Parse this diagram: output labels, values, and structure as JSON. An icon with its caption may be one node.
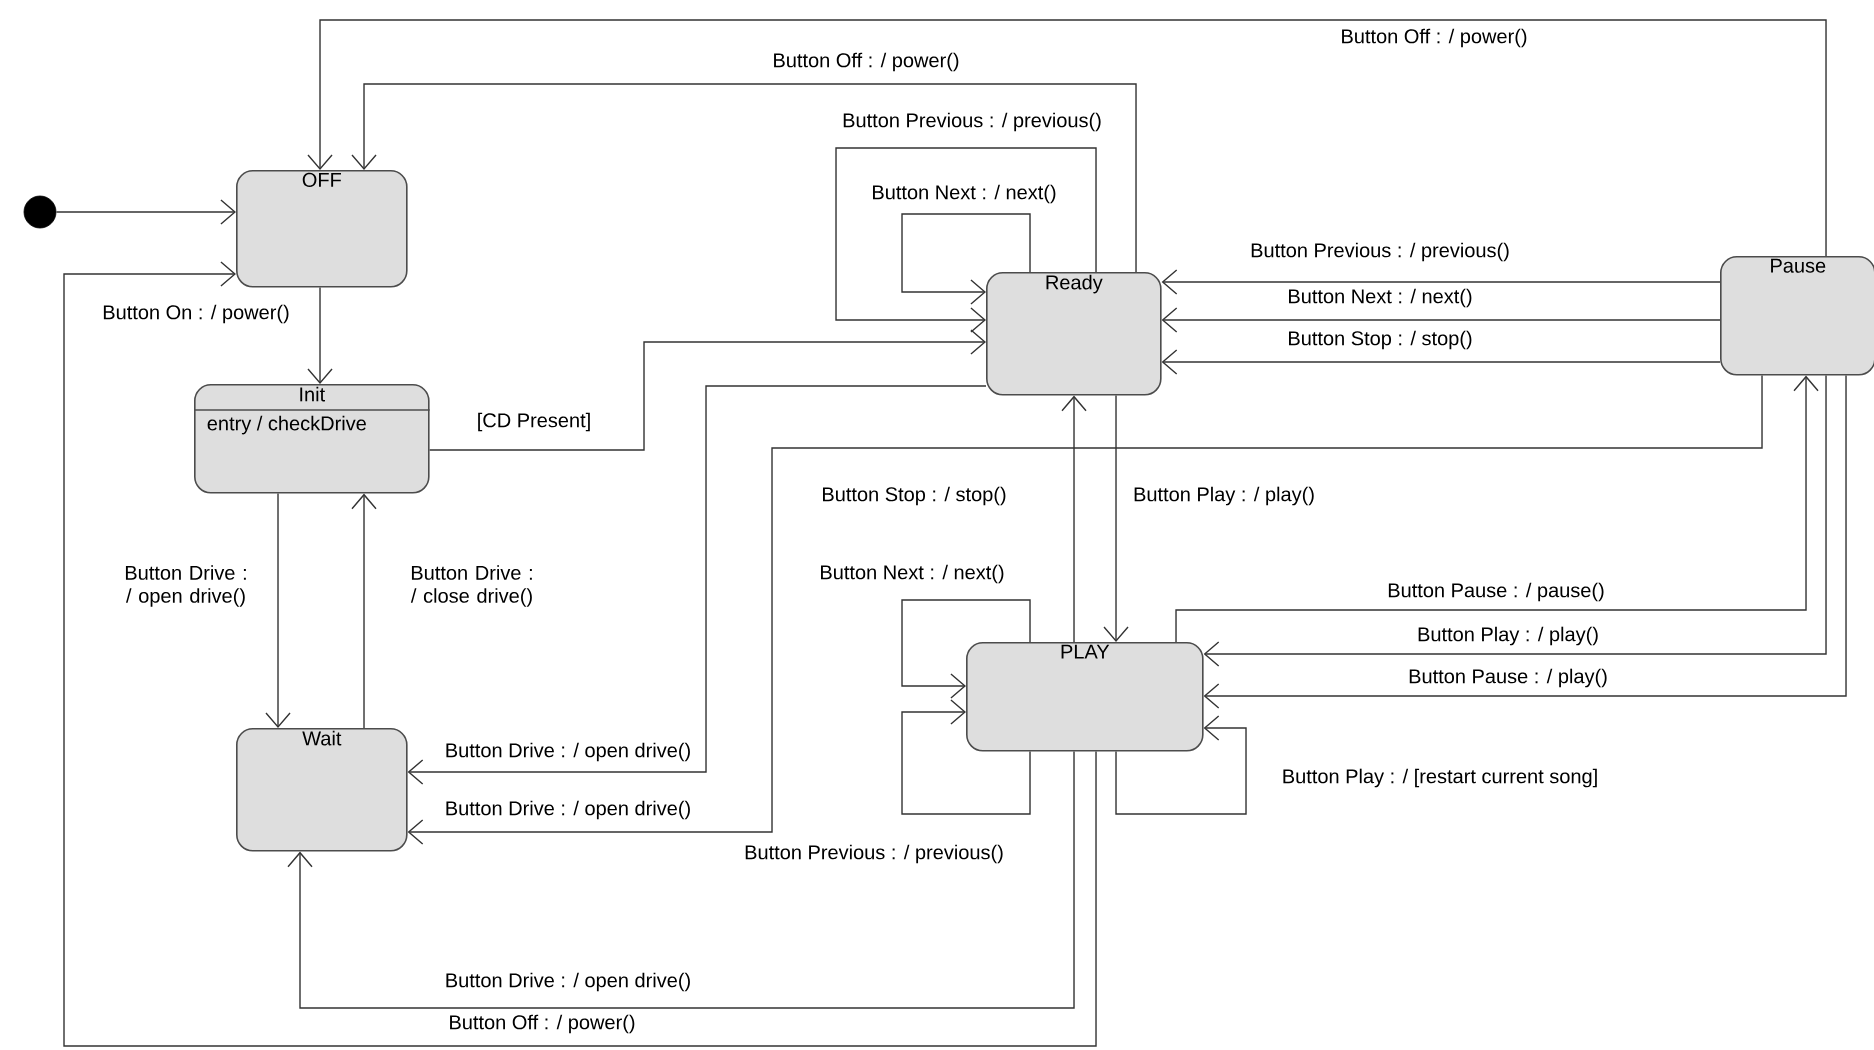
{
  "diagram": {
    "nodes": [
      {
        "text": [],
        "shape": "circle"
      },
      {
        "text": [
          "OFF"
        ]
      },
      {
        "text": [
          "Init",
          "entry / checkDrive"
        ]
      },
      {
        "text": [
          "Ready"
        ]
      },
      {
        "text": [
          "Pause"
        ]
      },
      {
        "text": [
          "Wait"
        ]
      },
      {
        "text": [
          "PLAY"
        ]
      }
    ],
    "edges": [
      {
        "from": 0,
        "to": 1,
        "arrow": "to"
      },
      {
        "from": 1,
        "to": 2,
        "arrow": "to",
        "label": "Button On : / power()"
      },
      {
        "from": 2,
        "to": 5,
        "arrow": "to",
        "label": "Button Drive : / open drive()"
      },
      {
        "from": 5,
        "to": 2,
        "arrow": "to",
        "label": "Button Drive : / close drive()"
      },
      {
        "from": 2,
        "to": 3,
        "arrow": "to",
        "label": "[CD Present]"
      },
      {
        "from": 3,
        "to": 1,
        "arrow": "to",
        "label": "Button Off : / power()"
      },
      {
        "from": 4,
        "to": 1,
        "arrow": "to",
        "label": "Button Off : / power()"
      },
      {
        "from": 3,
        "to": 3,
        "arrow": "to",
        "label": "Button Previous : / previous()"
      },
      {
        "from": 3,
        "to": 3,
        "arrow": "to",
        "label": "Button Next : / next()"
      },
      {
        "from": 4,
        "to": 3,
        "arrow": "to",
        "label": "Button Previous : / previous()"
      },
      {
        "from": 4,
        "to": 3,
        "arrow": "to",
        "label": "Button Next : / next()"
      },
      {
        "from": 4,
        "to": 3,
        "arrow": "to",
        "label": "Button Stop : / stop()"
      },
      {
        "from": 3,
        "to": 6,
        "arrow": "to",
        "label": "Button Play : / play()"
      },
      {
        "from": 6,
        "to": 3,
        "arrow": "to",
        "label": "Button Stop : / stop()"
      },
      {
        "from": 6,
        "to": 4,
        "arrow": "to",
        "label": "Button Pause : / pause()"
      },
      {
        "from": 4,
        "to": 6,
        "arrow": "to",
        "label": "Button Play : / play()"
      },
      {
        "from": 4,
        "to": 6,
        "arrow": "to",
        "label": "Button Pause : / play()"
      },
      {
        "from": 6,
        "to": 6,
        "arrow": "to",
        "label": "Button Play : / [restart current song]"
      },
      {
        "from": 6,
        "to": 6,
        "arrow": "to",
        "label": "Button Next : / next()"
      },
      {
        "from": 6,
        "to": 6,
        "arrow": "to",
        "label": "Button Previous : / previous()"
      },
      {
        "from": 3,
        "to": 5,
        "arrow": "to",
        "label": "Button Drive : / open drive()"
      },
      {
        "from": 4,
        "to": 5,
        "arrow": "to",
        "label": "Button Drive : / open drive()"
      },
      {
        "from": 6,
        "to": 5,
        "arrow": "to",
        "label": "Button Drive : / open drive()"
      },
      {
        "from": 6,
        "to": 1,
        "arrow": "to",
        "label": "Button Off : / power()"
      }
    ]
  }
}
